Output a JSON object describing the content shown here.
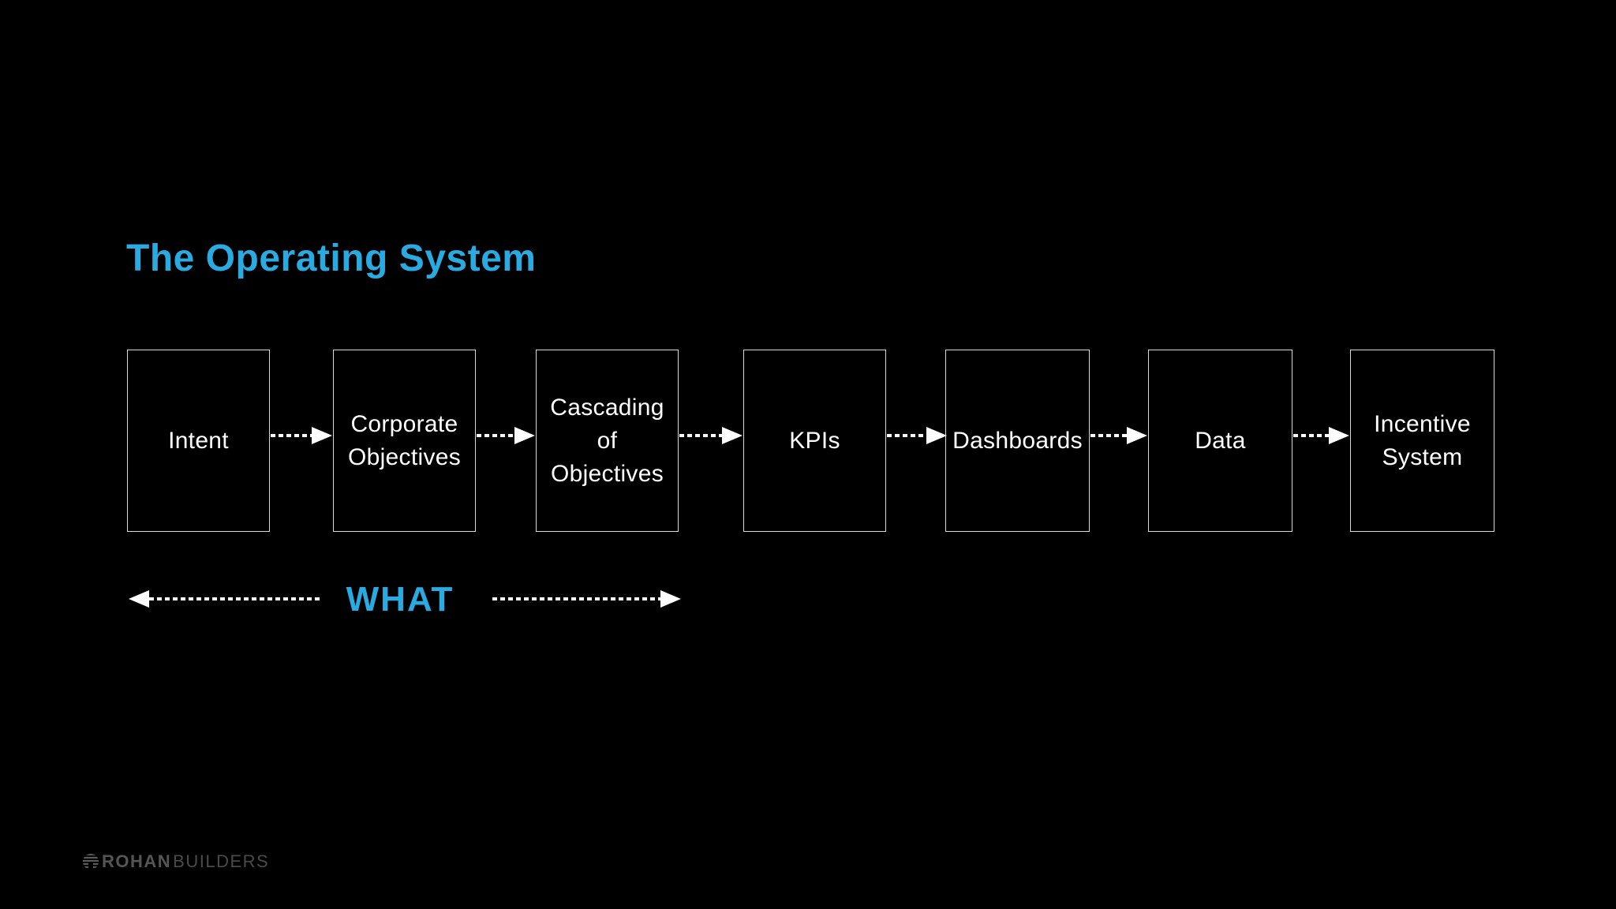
{
  "slide": {
    "title": "The Operating System",
    "what_label": "WHAT"
  },
  "colors": {
    "background": "#000000",
    "accent_blue": "#29ABE2",
    "box_border": "#D9D9D9",
    "box_text": "#FFFFFF",
    "arrow": "#FFFFFF",
    "logo_gray": "#555555"
  },
  "flow_boxes": [
    {
      "label": "Intent"
    },
    {
      "label": "Corporate\nObjectives"
    },
    {
      "label": "Cascading\nof\nObjectives"
    },
    {
      "label": "KPIs"
    },
    {
      "label": "Dashboards"
    },
    {
      "label": "Data"
    },
    {
      "label": "Incentive\nSystem"
    }
  ],
  "logo": {
    "name_bold": "ROHAN",
    "name_light": "BUILDERS",
    "icon": "rohan-globe-mark-icon"
  }
}
